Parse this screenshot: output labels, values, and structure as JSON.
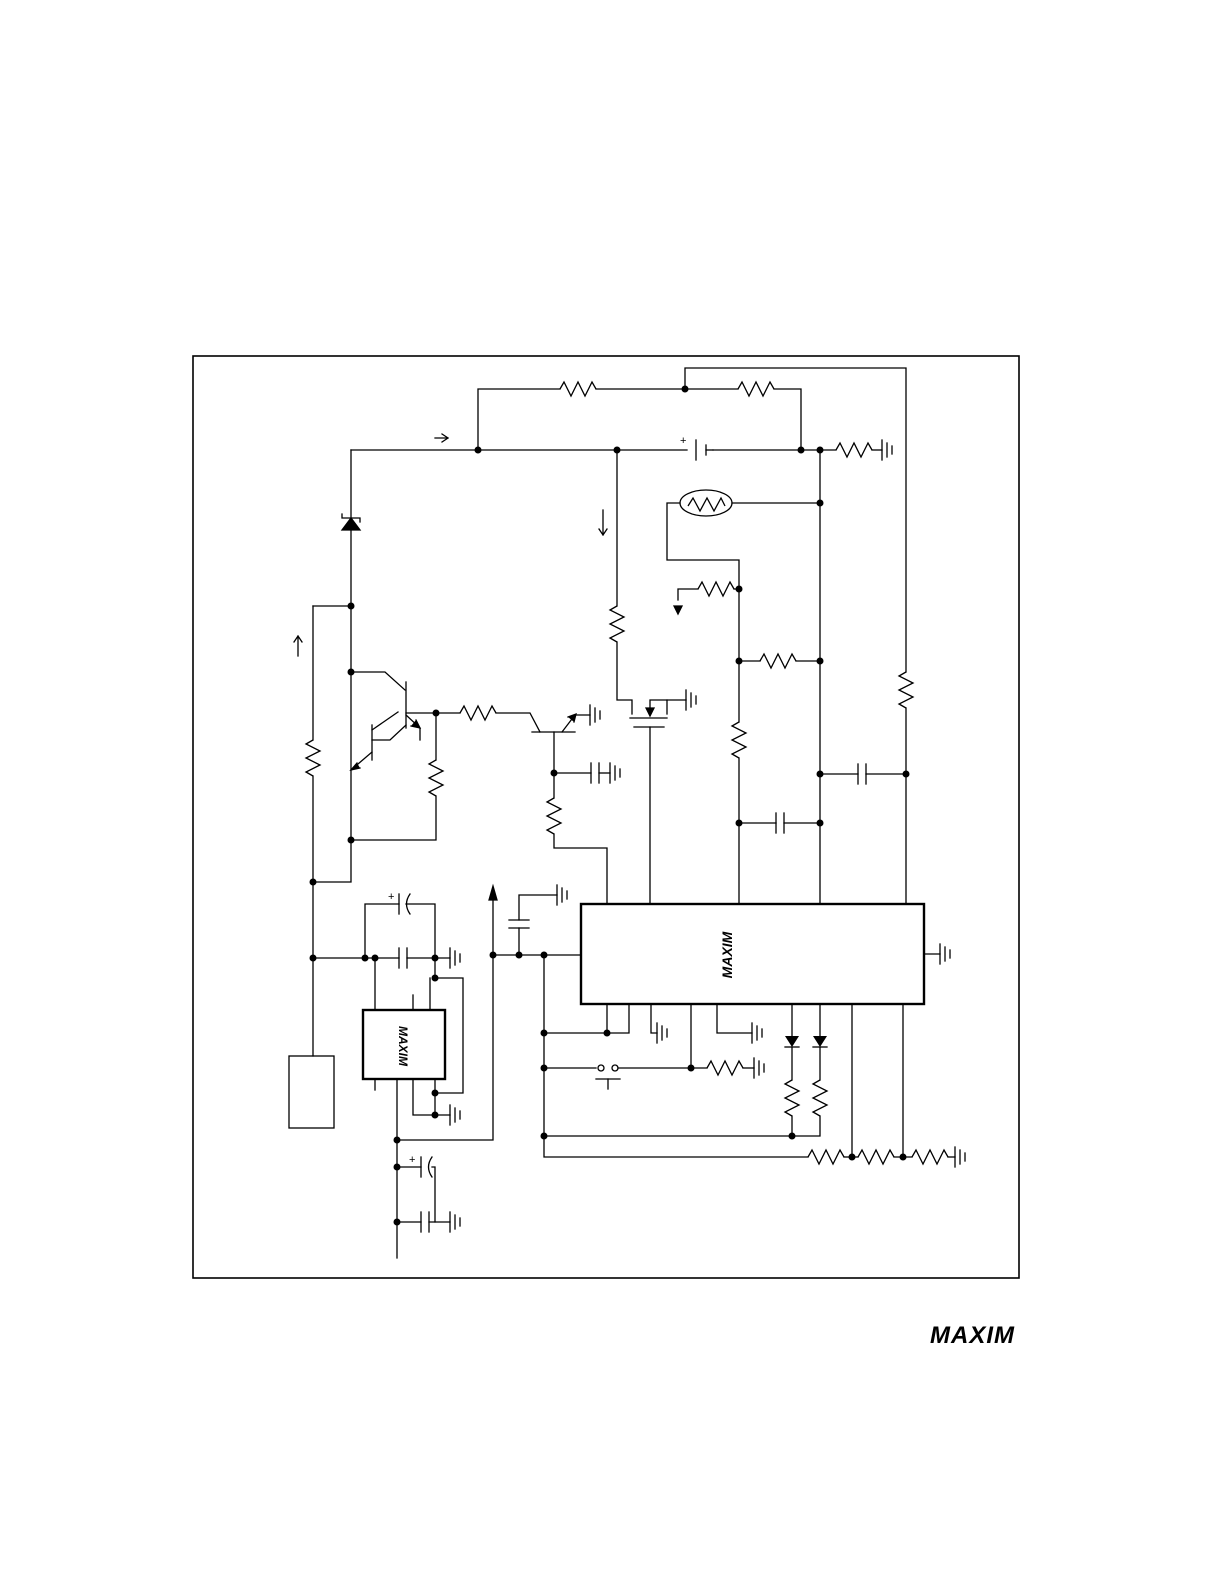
{
  "figure": {
    "ic_main_logo": "MAXIM",
    "ic_small_logo": "MAXIM",
    "polarity_mark": "+"
  },
  "footer": {
    "brand_logo": "MAXIM"
  }
}
